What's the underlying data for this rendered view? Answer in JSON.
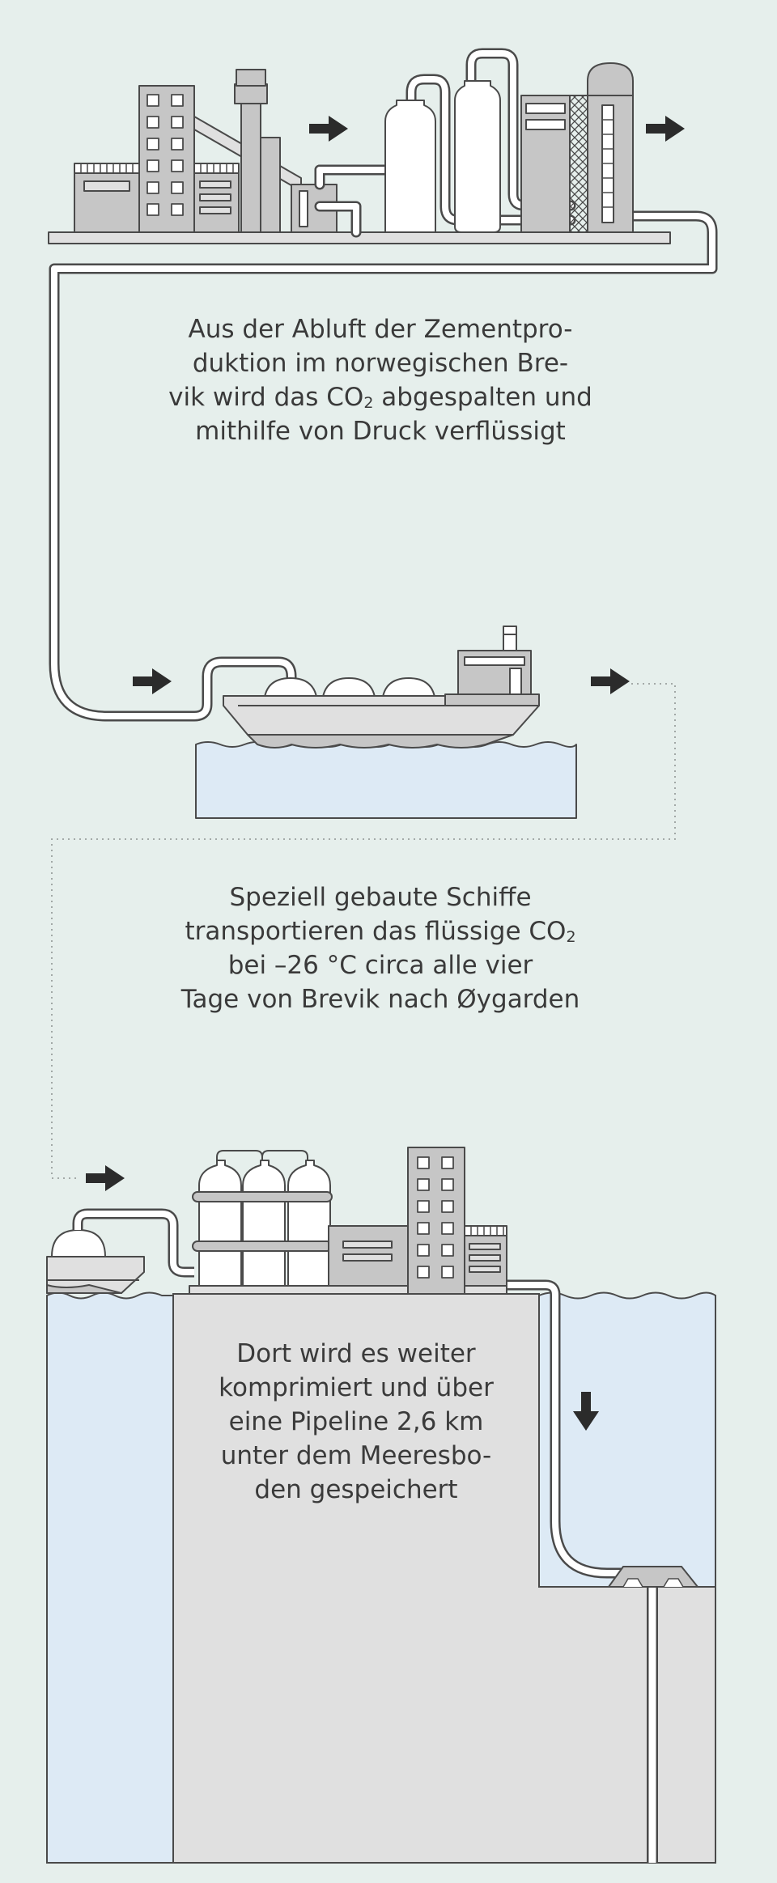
{
  "captions": {
    "cement_plant": {
      "lines": [
        "Aus der Abluft der Zementpro-",
        "duktion im norwegischen Bre-",
        "abgespalten und",
        "mithilfe von Druck verflüssigt"
      ],
      "line3_prefix": "vik wird das CO",
      "subscript": "2"
    },
    "ship_transport": {
      "lines": [
        "Speziell gebaute Schiffe",
        "transportieren das flüssige CO",
        "bei –26 °C circa alle vier",
        "Tage von Brevik nach Øygarden"
      ],
      "subscript": "2"
    },
    "storage": {
      "lines": [
        "Dort wird es weiter",
        "komprimiert und über",
        "eine Pipeline 2,6 km",
        "unter dem Meeresbo-",
        "den gespeichert"
      ]
    }
  },
  "colors": {
    "background": "#e6efec",
    "outline": "#4a4a4a",
    "building_gray": "#c6c6c6",
    "ground_gray": "#e0e0e0",
    "water": "#ddeaf5",
    "white": "#ffffff",
    "arrow": "#2b2b2b"
  },
  "icons": [
    "flow-arrow-right-icon",
    "flow-arrow-down-icon"
  ]
}
